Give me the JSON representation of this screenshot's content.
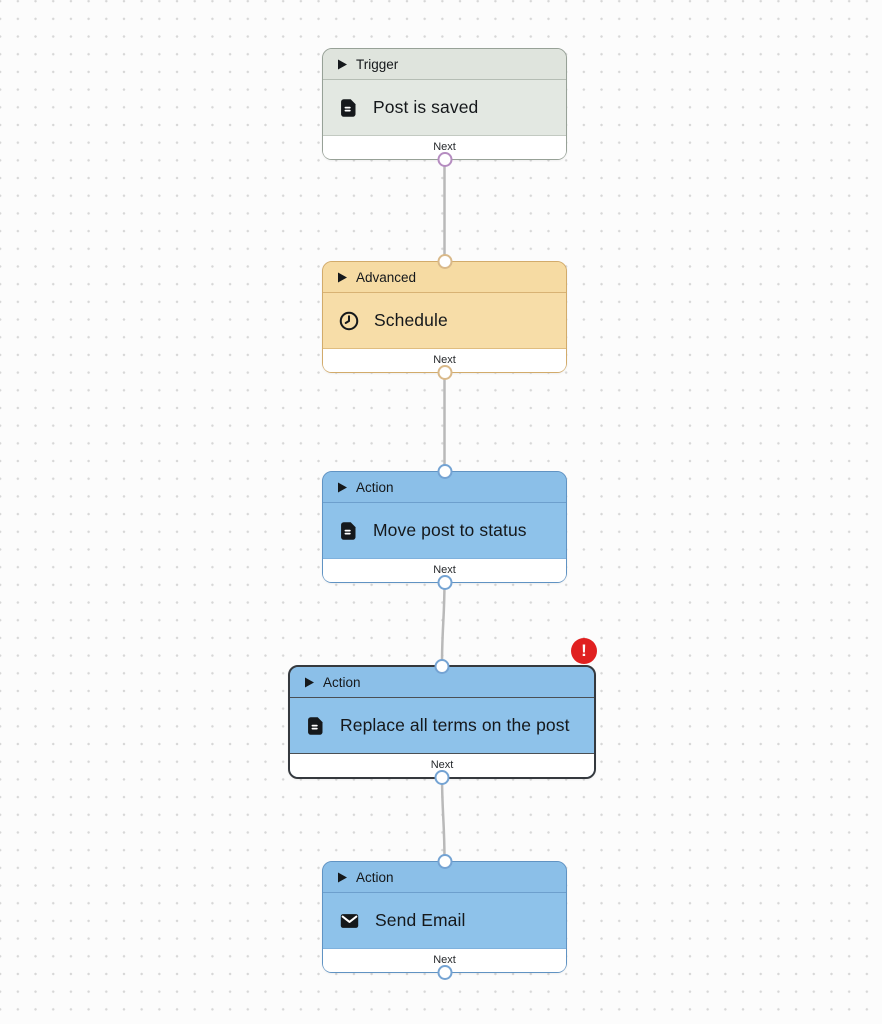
{
  "editor": {
    "description": "workflow-automation-canvas"
  },
  "nodes": [
    {
      "category": "Trigger",
      "title": "Post is saved",
      "icon": "document-icon",
      "footer_label": "Next",
      "has_input": false,
      "has_output": true,
      "error": false
    },
    {
      "category": "Advanced",
      "title": "Schedule",
      "icon": "clock-icon",
      "footer_label": "Next",
      "has_input": true,
      "has_output": true,
      "error": false
    },
    {
      "category": "Action",
      "title": "Move post to status",
      "icon": "document-icon",
      "footer_label": "Next",
      "has_input": true,
      "has_output": true,
      "error": false
    },
    {
      "category": "Action",
      "title": "Replace all terms on the post",
      "icon": "document-icon",
      "footer_label": "Next",
      "has_input": true,
      "has_output": true,
      "error": true,
      "selected": true
    },
    {
      "category": "Action",
      "title": "Send Email",
      "icon": "envelope-icon",
      "footer_label": "Next",
      "has_input": true,
      "has_output": true,
      "error": false
    }
  ],
  "error_badge": {
    "symbol": "!",
    "color": "#e02020"
  },
  "colors": {
    "canvas_bg": "#fcfcfc",
    "dot_grid": "#d7d7d7",
    "trigger_bg": "#e3e8e2",
    "trigger_border": "#97a197",
    "advanced_bg": "#f7dda8",
    "advanced_border": "#d2ab6b",
    "action_bg": "#8ec2ea",
    "action_border": "#6093c3",
    "selected_border": "#35393e",
    "connector_line": "#b9b9b9",
    "port_ring_trigger_output": "#b58cc0",
    "port_ring_advanced": "#d9b98a",
    "port_ring_action": "#74a3d3",
    "footer_bg": "#ffffff"
  }
}
